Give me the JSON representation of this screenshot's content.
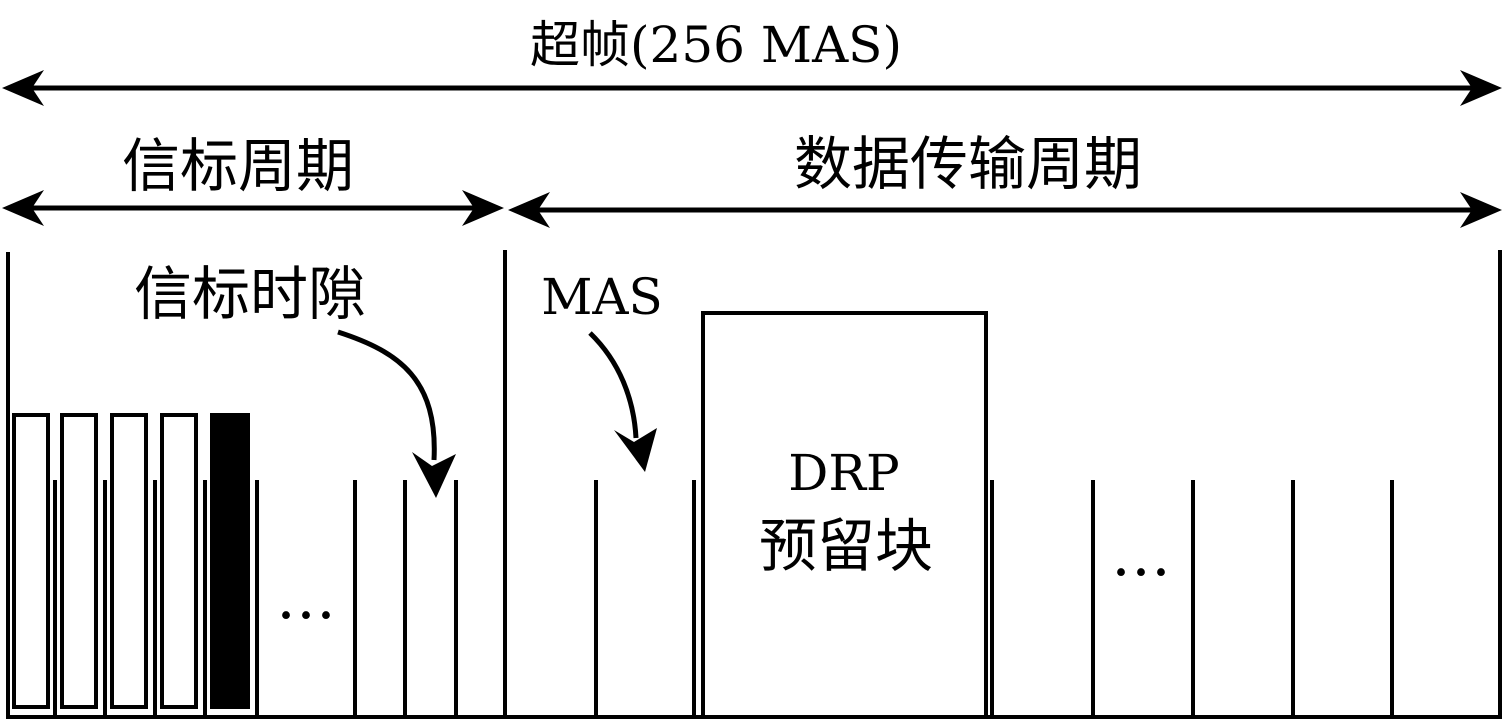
{
  "superframe": {
    "label": "超帧(256 MAS)"
  },
  "beacon_period": {
    "label": "信标周期",
    "slot_label": "信标时隙",
    "ellipsis": "…"
  },
  "data_transfer_period": {
    "label": "数据传输周期",
    "mas_label": "MAS",
    "ellipsis": "…"
  },
  "drp_block": {
    "line1": "DRP",
    "line2": "预留块"
  },
  "colors": {
    "stroke": "#000000",
    "background": "#ffffff"
  }
}
